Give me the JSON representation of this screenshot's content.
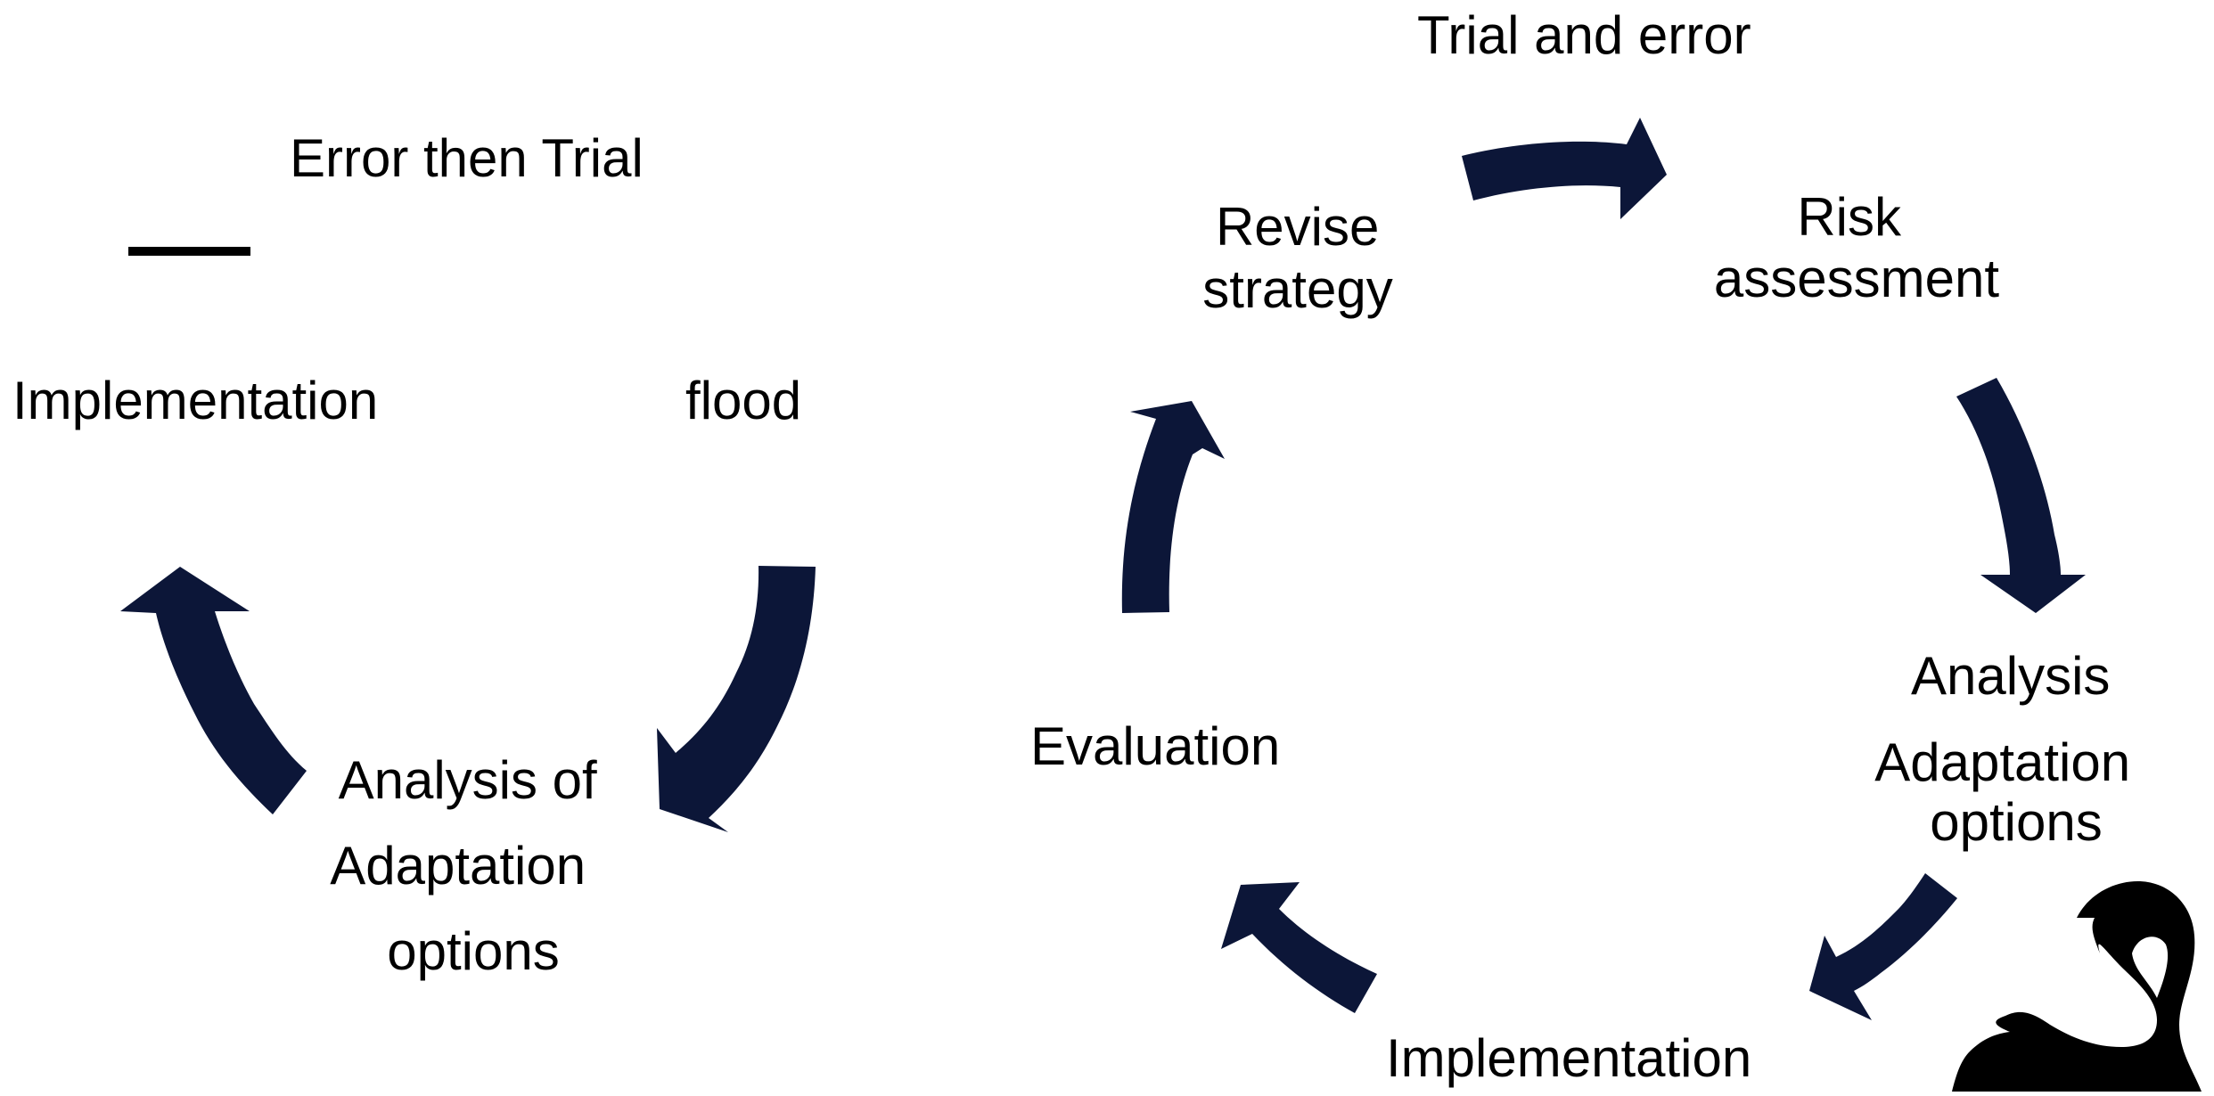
{
  "colors": {
    "background": "#ffffff",
    "arrow": "#0c1638",
    "text": "#000000"
  },
  "left_cycle": {
    "title": "Error then Trial",
    "implementation_label": "Implementation",
    "flood_label": "flood",
    "analysis_lines": [
      "Analysis of",
      "Adaptation",
      "options"
    ]
  },
  "right_cycle": {
    "title": "Trial and error",
    "revise_lines": [
      "Revise",
      "strategy"
    ],
    "risk_lines": [
      "Risk",
      "assessment"
    ],
    "analysis_label": "Analysis",
    "adaptation_lines": [
      "Adaptation",
      "options"
    ],
    "implementation_label": "Implementation",
    "evaluation_label": "Evaluation"
  },
  "logo": {
    "icon": "black-swan-icon"
  }
}
